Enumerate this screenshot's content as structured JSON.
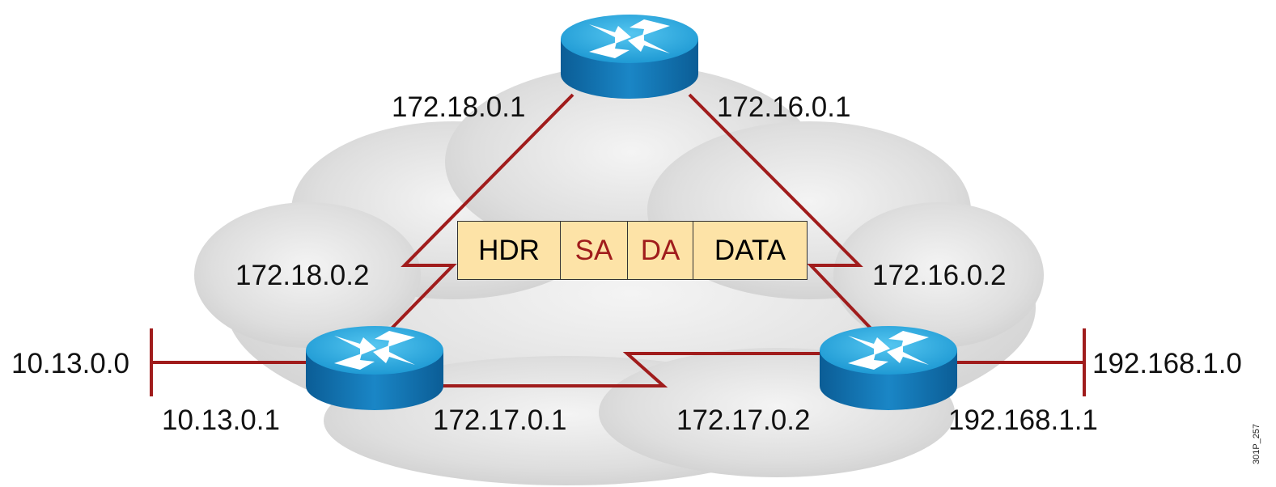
{
  "colors": {
    "link": "#a01c1c",
    "router_top": "#2aa6dc",
    "router_side": "#0f6aa6",
    "packet_fill": "#fde3a7",
    "packet_red_text": "#a01c1c",
    "cloud": "#e2e2e2"
  },
  "labels": {
    "r_top_left": "172.18.0.1",
    "r_top_right": "172.16.0.1",
    "left_mid": "172.18.0.2",
    "right_mid": "172.16.0.2",
    "left_net": "10.13.0.0",
    "left_if": "10.13.0.1",
    "left_serial": "172.17.0.1",
    "right_serial": "172.17.0.2",
    "right_net": "192.168.1.0",
    "right_if": "192.168.1.1"
  },
  "packet": {
    "fields": [
      "HDR",
      "SA",
      "DA",
      "DATA"
    ]
  },
  "figure_code": "301P_257",
  "icons": [
    "router-icon",
    "cloud",
    "serial-link"
  ]
}
